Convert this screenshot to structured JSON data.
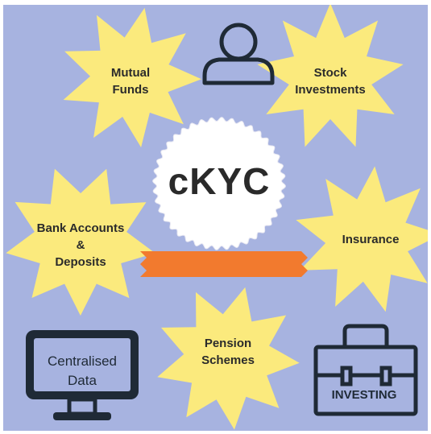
{
  "center": {
    "label": "cKYC"
  },
  "stars": {
    "mutual_funds": [
      "Mutual",
      "Funds"
    ],
    "stock_investments": [
      "Stock",
      "Investments"
    ],
    "bank_accounts": [
      "Bank Accounts",
      "&",
      "Deposits"
    ],
    "insurance": [
      "Insurance"
    ],
    "pension": [
      "Pension",
      "Schemes"
    ]
  },
  "monitor": {
    "lines": [
      "Centralised",
      "Data"
    ]
  },
  "briefcase": {
    "label": "INVESTING"
  },
  "colors": {
    "background": "#a7b3e0",
    "star": "#fbea7d",
    "ribbon": "#f27a2e",
    "outline": "#1f2a36",
    "screen": "#a7b3e0",
    "center_circle": "#ffffff"
  },
  "icons": [
    "person-icon",
    "monitor-icon",
    "briefcase-icon"
  ]
}
